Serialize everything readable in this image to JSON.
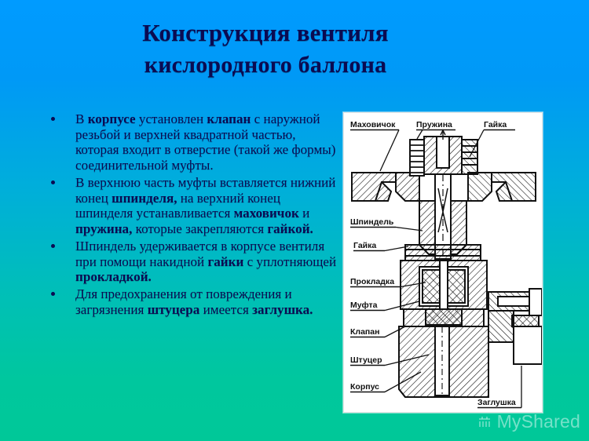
{
  "slide": {
    "title_line1": "Конструкция вентиля",
    "title_line2": "кислородного баллона",
    "title_color": "#0b0b52",
    "background_top_color": "#009bff",
    "background_bottom_color": "#00c898"
  },
  "bullets": [
    {
      "marker": "•",
      "segments": [
        {
          "text": "В ",
          "bold": false
        },
        {
          "text": "корпусе",
          "bold": true
        },
        {
          "text": " установлен ",
          "bold": false
        },
        {
          "text": "клапан",
          "bold": true
        },
        {
          "text": " с наружной резьбой и верхней квадратной частью, которая входит в отверстие (такой же формы) соединительной муфты.",
          "bold": false
        }
      ],
      "plain": "В корпусе установлен клапан с наружной резьбой и верхней квадратной частью, которая входит в отверстие (такой же формы) соединительной муфты."
    },
    {
      "marker": "•",
      "segments": [
        {
          "text": "В верхнюю часть муфты вставляется нижний конец ",
          "bold": false
        },
        {
          "text": "шпинделя,",
          "bold": true
        },
        {
          "text": " на верхний конец шпинделя устанавливается ",
          "bold": false
        },
        {
          "text": "маховичок",
          "bold": true
        },
        {
          "text": " и ",
          "bold": false
        },
        {
          "text": "пружина,",
          "bold": true
        },
        {
          "text": " которые закрепляются ",
          "bold": false
        },
        {
          "text": "гайкой.",
          "bold": true
        }
      ],
      "plain": "В верхнюю часть муфты вставляется нижний конец шпинделя, на верхний конец шпинделя устанавливается маховичок и пружина, которые закрепляются гайкой."
    },
    {
      "marker": "•",
      "segments": [
        {
          "text": "Шпиндель удерживается в корпусе вентиля при помощи накидной ",
          "bold": false
        },
        {
          "text": "гайки",
          "bold": true
        },
        {
          "text": " с уплотняющей ",
          "bold": false
        },
        {
          "text": "прокладкой.",
          "bold": true
        }
      ],
      "plain": "Шпиндель удерживается в корпусе вентиля при помощи накидной гайки с уплотняющей прокладкой."
    },
    {
      "marker": "•",
      "segments": [
        {
          "text": "Для предохранения от повреждения и загрязнения ",
          "bold": false
        },
        {
          "text": "штуцера",
          "bold": true
        },
        {
          "text": " имеется ",
          "bold": false
        },
        {
          "text": "заглушка.",
          "bold": true
        }
      ],
      "plain": "Для предохранения от повреждения и загрязнения штуцера имеется заглушка."
    }
  ],
  "diagram": {
    "caption": "Cross-section drawing of an oxygen cylinder valve",
    "background": "#ffffff",
    "line_color": "#111111",
    "labels": [
      {
        "id": "mahovichok",
        "text": "Маховичок",
        "position": "top-left"
      },
      {
        "id": "pruzhina",
        "text": "Пружина",
        "position": "top-center"
      },
      {
        "id": "gayka-top",
        "text": "Гайка",
        "position": "top-right"
      },
      {
        "id": "shpindel",
        "text": "Шпиндель",
        "position": "left"
      },
      {
        "id": "gayka-mid",
        "text": "Гайка",
        "position": "left"
      },
      {
        "id": "prokladka",
        "text": "Прокладка",
        "position": "left"
      },
      {
        "id": "mufta",
        "text": "Муфта",
        "position": "left"
      },
      {
        "id": "klapan",
        "text": "Клапан",
        "position": "left"
      },
      {
        "id": "shtutser",
        "text": "Штуцер",
        "position": "left"
      },
      {
        "id": "korpus",
        "text": "Корпус",
        "position": "left"
      },
      {
        "id": "zaglushka",
        "text": "Заглушка",
        "position": "bottom-right"
      }
    ]
  },
  "watermark": {
    "text": "MyShared",
    "icon": "grid-icon",
    "color": "rgba(255,255,255,0.46)"
  }
}
